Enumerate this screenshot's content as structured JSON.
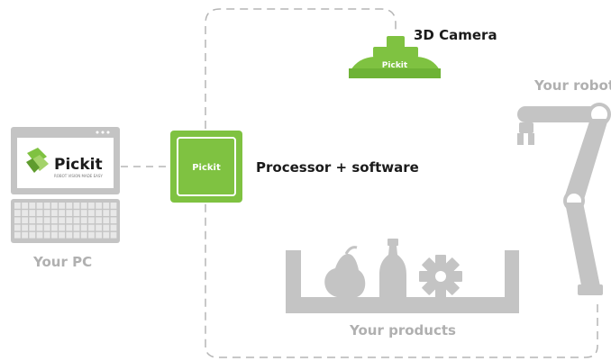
{
  "colors": {
    "green": "#7fc241",
    "green_dark": "#5f9c2e",
    "grey": "#c4c4c4",
    "grey_dark": "#a9a9a9",
    "label_dark": "#1b1b1b",
    "label_grey": "#b0b0b0",
    "dash": "#b5b5b5"
  },
  "labels": {
    "camera": "3D Camera",
    "processor": "Processor + software",
    "pc": "Your PC",
    "robot": "Your robot",
    "products": "Your products"
  },
  "brand": {
    "camera_logo": "Pickit",
    "processor_logo": "Pickit",
    "pc_logo": "Pickit",
    "pc_tagline": "ROBOT VISION MADE EASY"
  },
  "icons": {
    "camera": "3d-camera-icon",
    "processor": "processor-box-icon",
    "pc": "laptop-icon",
    "robot": "robot-arm-icon",
    "products": "products-bin-icon"
  }
}
